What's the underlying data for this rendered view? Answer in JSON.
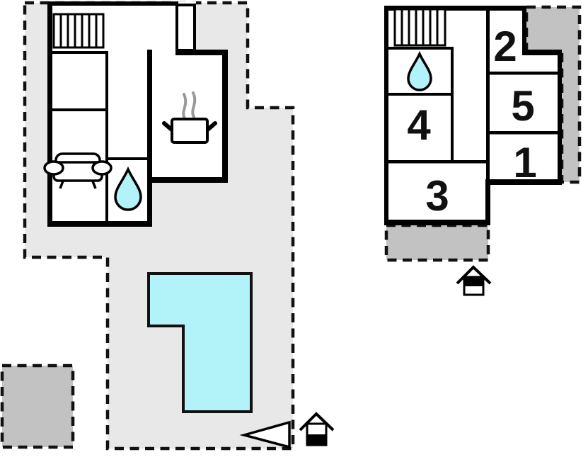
{
  "plan": {
    "upper_floor_rooms": [
      {
        "id": "room-2",
        "label": "2"
      },
      {
        "id": "room-5",
        "label": "5"
      },
      {
        "id": "room-1",
        "label": "1"
      },
      {
        "id": "room-4",
        "label": "4"
      },
      {
        "id": "room-3",
        "label": "3"
      }
    ]
  },
  "colors": {
    "background": "#ffffff",
    "wall": "#000000",
    "terrace_light": "#e8e8e8",
    "terrace_dark": "#c2c2c2",
    "water": "#b2f3f9",
    "steam": "#999999"
  }
}
